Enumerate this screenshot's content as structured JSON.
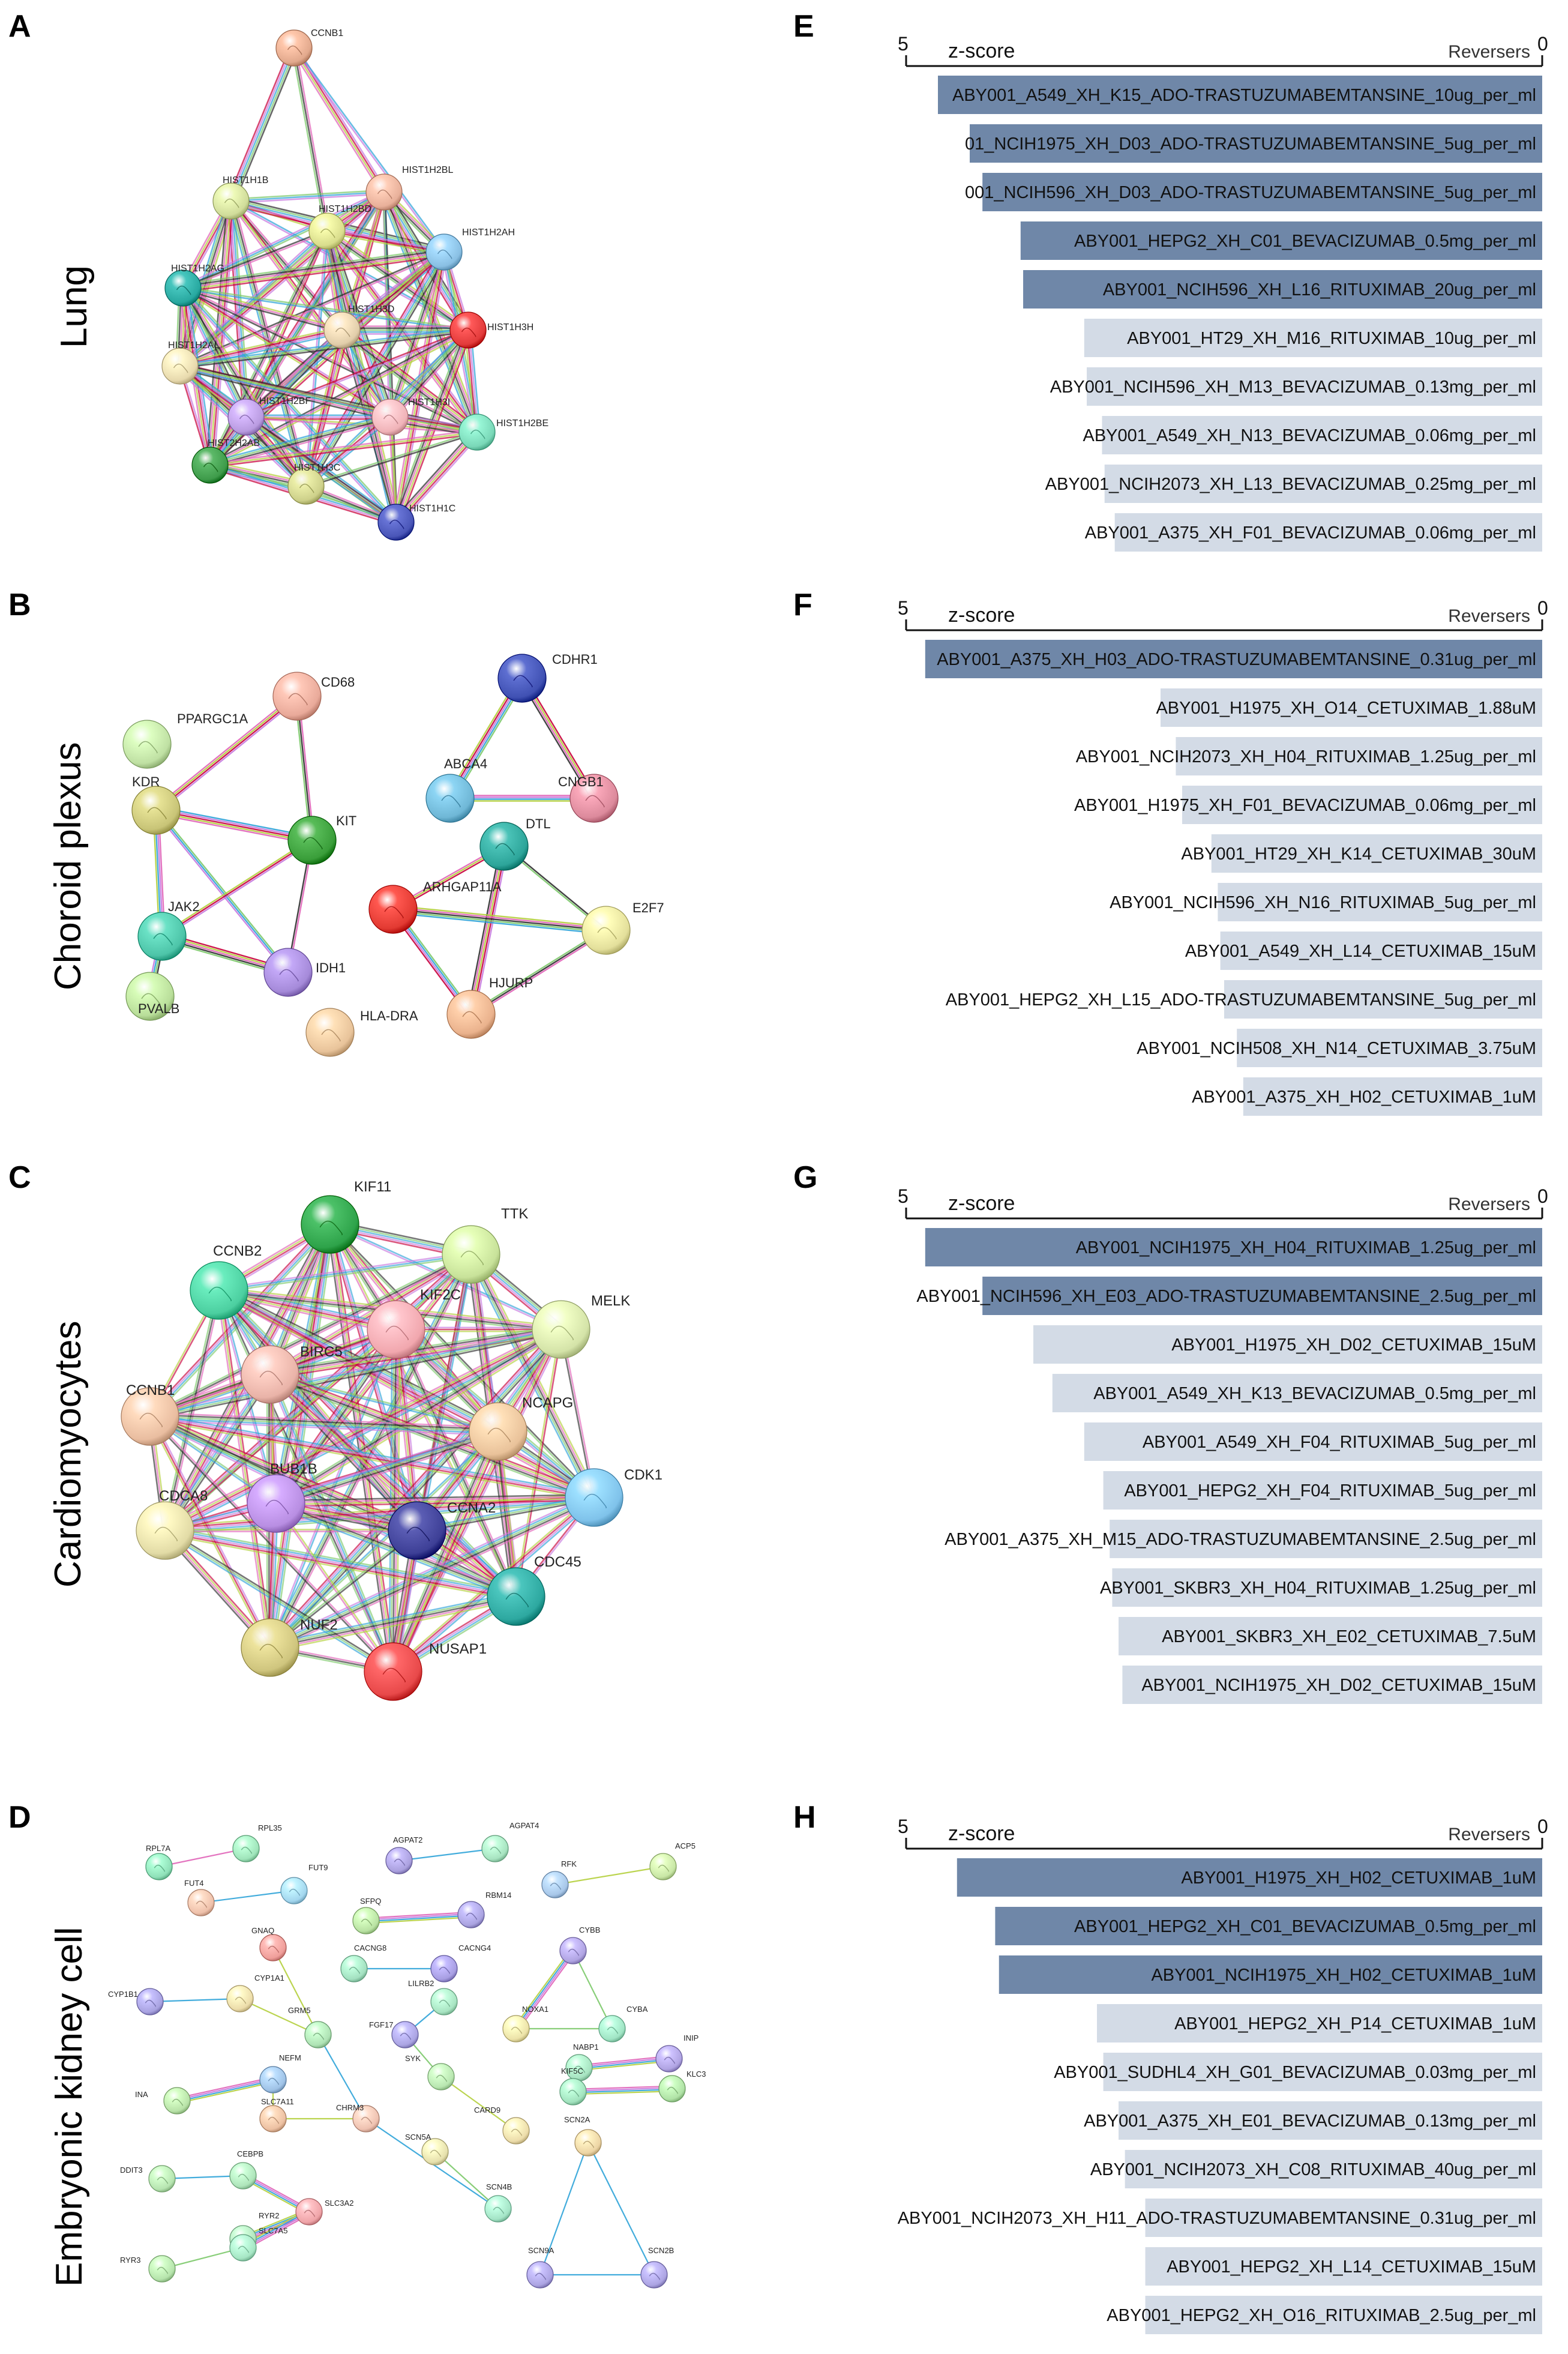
{
  "panel_letters": [
    "A",
    "B",
    "C",
    "D",
    "E",
    "F",
    "G",
    "H"
  ],
  "tissue_labels": [
    "Lung",
    "Choroid plexus",
    "Cardiomyocytes",
    "Embryonic kidney cell"
  ],
  "colors": {
    "edge_palette": [
      "#c8003c",
      "#2ea3d8",
      "#2d2d2d",
      "#b4cf3c",
      "#c77adf",
      "#7cc96a",
      "#e064b8"
    ],
    "bar_dark": "#6f87a8",
    "bar_light": "#d3dbe6"
  },
  "networks": [
    {
      "id": "lung",
      "nodes": [
        {
          "label": "CCNB1",
          "color": "#e2a98d"
        },
        {
          "label": "HIST1H1B",
          "color": "#d0dc9a"
        },
        {
          "label": "HIST1H2BL",
          "color": "#e8b09a"
        },
        {
          "label": "HIST1H2BD",
          "color": "#d9dd8d"
        },
        {
          "label": "HIST1H2AH",
          "color": "#89bfe3"
        },
        {
          "label": "HIST1H2AG",
          "color": "#28a8a0"
        },
        {
          "label": "HIST1H3D",
          "color": "#e1cdaa"
        },
        {
          "label": "HIST1H3H",
          "color": "#e23b3b"
        },
        {
          "label": "HIST1H2AL",
          "color": "#e7d9ad"
        },
        {
          "label": "HIST1H2BF",
          "color": "#b99be0"
        },
        {
          "label": "HIST1H3I",
          "color": "#f0b3b8"
        },
        {
          "label": "HIST1H2BE",
          "color": "#7ad8b8"
        },
        {
          "label": "HIST2H2AB",
          "color": "#3e9b4a"
        },
        {
          "label": "HIST1H3C",
          "color": "#cdd08a"
        },
        {
          "label": "HIST1H1C",
          "color": "#4a56b8"
        }
      ]
    },
    {
      "id": "choroid",
      "nodes": [
        {
          "label": "CD68",
          "color": "#e9aa9a"
        },
        {
          "label": "PPARGC1A",
          "color": "#bfe0a3"
        },
        {
          "label": "KDR",
          "color": "#c8c477"
        },
        {
          "label": "KIT",
          "color": "#3a9e3a"
        },
        {
          "label": "JAK2",
          "color": "#4dc4a8"
        },
        {
          "label": "IDH1",
          "color": "#a58ad9"
        },
        {
          "label": "PVALB",
          "color": "#b9de9a"
        },
        {
          "label": "HLA-DRA",
          "color": "#e8c39a"
        },
        {
          "label": "CDHR1",
          "color": "#4051b3"
        },
        {
          "label": "ABCA4",
          "color": "#6fb7d6"
        },
        {
          "label": "CNGB1",
          "color": "#dc8a9c"
        },
        {
          "label": "DTL",
          "color": "#2da59a"
        },
        {
          "label": "ARHGAP11A",
          "color": "#e23a32"
        },
        {
          "label": "E2F7",
          "color": "#e3df9b"
        },
        {
          "label": "HJURP",
          "color": "#eab28d"
        }
      ]
    },
    {
      "id": "cardio",
      "nodes": [
        {
          "label": "KIF11",
          "color": "#2ea34a"
        },
        {
          "label": "TTK",
          "color": "#c8e29a"
        },
        {
          "label": "CCNB2",
          "color": "#4ccfa0"
        },
        {
          "label": "KIF2C",
          "color": "#f1a7ae"
        },
        {
          "label": "MELK",
          "color": "#d4e3a8"
        },
        {
          "label": "BIRC5",
          "color": "#e9b3a8"
        },
        {
          "label": "CCNB1",
          "color": "#e9bda0"
        },
        {
          "label": "NCAPG",
          "color": "#e9c29a"
        },
        {
          "label": "CDK1",
          "color": "#7fc2ea"
        },
        {
          "label": "CDCA8",
          "color": "#e2dba6"
        },
        {
          "label": "BUB1B",
          "color": "#b88ee2"
        },
        {
          "label": "CCNA2",
          "color": "#3d3f96"
        },
        {
          "label": "CDC45",
          "color": "#2da8a0"
        },
        {
          "label": "NUF2",
          "color": "#cfc57e"
        },
        {
          "label": "NUSAP1",
          "color": "#e8494a"
        }
      ]
    },
    {
      "id": "kidney",
      "nodes": [
        {
          "label": "RPL7A",
          "color": "#8fe0b8"
        },
        {
          "label": "RPL35",
          "color": "#9fe4ba"
        },
        {
          "label": "FUT4",
          "color": "#eec0aa"
        },
        {
          "label": "FUT9",
          "color": "#a3d6ee"
        },
        {
          "label": "AGPAT2",
          "color": "#aaa0de"
        },
        {
          "label": "AGPAT4",
          "color": "#a7e3c0"
        },
        {
          "label": "RFK",
          "color": "#a7c6e8"
        },
        {
          "label": "ACP5",
          "color": "#c8e6a5"
        },
        {
          "label": "SFPQ",
          "color": "#b9e2a3"
        },
        {
          "label": "RBM14",
          "color": "#aaa3e0"
        },
        {
          "label": "GNAQ",
          "color": "#ef9e9a"
        },
        {
          "label": "CACNG8",
          "color": "#a3e0c0"
        },
        {
          "label": "CACNG4",
          "color": "#a79ee2"
        },
        {
          "label": "CYBB",
          "color": "#b0a4e2"
        },
        {
          "label": "CYP1B1",
          "color": "#a8a2e0"
        },
        {
          "label": "CYP1A1",
          "color": "#ecdcaa"
        },
        {
          "label": "LILRB2",
          "color": "#a8e4c2"
        },
        {
          "label": "NOXA1",
          "color": "#ece2a8"
        },
        {
          "label": "CYBA",
          "color": "#a0e4c4"
        },
        {
          "label": "GRM5",
          "color": "#aee2b4"
        },
        {
          "label": "FGF17",
          "color": "#aaa4e2"
        },
        {
          "label": "NABP1",
          "color": "#a6e2c0"
        },
        {
          "label": "INIP",
          "color": "#b0a4e2"
        },
        {
          "label": "INA",
          "color": "#b8e2a8"
        },
        {
          "label": "NEFM",
          "color": "#9fc2e6"
        },
        {
          "label": "SYK",
          "color": "#b8e6b0"
        },
        {
          "label": "KIF5C",
          "color": "#a2e2be"
        },
        {
          "label": "KLC3",
          "color": "#b0e2a6"
        },
        {
          "label": "SLC7A11",
          "color": "#ecc0a2"
        },
        {
          "label": "CHRM3",
          "color": "#eec1b0"
        },
        {
          "label": "CARD9",
          "color": "#ecdcaa"
        },
        {
          "label": "SCN5A",
          "color": "#e6e0ad"
        },
        {
          "label": "DDIT3",
          "color": "#b6e4b0"
        },
        {
          "label": "CEBPB",
          "color": "#aee4ba"
        },
        {
          "label": "SLC3A2",
          "color": "#efa4a8"
        },
        {
          "label": "RYR2",
          "color": "#b0e4bc"
        },
        {
          "label": "SCN2A",
          "color": "#ecd4a4"
        },
        {
          "label": "SCN4B",
          "color": "#a4e4c6"
        },
        {
          "label": "RYR3",
          "color": "#b6e4ac"
        },
        {
          "label": "SLC7A5",
          "color": "#a6e6c4"
        },
        {
          "label": "SCN9A",
          "color": "#aca4e2"
        },
        {
          "label": "SCN2B",
          "color": "#aca4e2"
        }
      ]
    }
  ],
  "bar_panels": [
    {
      "id": "E",
      "axis_label": "z-score",
      "axis_min": "5",
      "reversers_label": "Reversers",
      "axis_max": "0",
      "bars": [
        {
          "label": "ABY001_A549_XH_K15_ADO-TRASTUZUMABEMTANSINE_10ug_per_ml",
          "value": 4.75,
          "shade": "dark"
        },
        {
          "label": "01_NCIH1975_XH_D03_ADO-TRASTUZUMABEMTANSINE_5ug_per_ml",
          "value": 4.5,
          "shade": "dark"
        },
        {
          "label": "001_NCIH596_XH_D03_ADO-TRASTUZUMABEMTANSINE_5ug_per_ml",
          "value": 4.4,
          "shade": "dark"
        },
        {
          "label": "ABY001_HEPG2_XH_C01_BEVACIZUMAB_0.5mg_per_ml",
          "value": 4.1,
          "shade": "dark"
        },
        {
          "label": "ABY001_NCIH596_XH_L16_RITUXIMAB_20ug_per_ml",
          "value": 4.08,
          "shade": "dark"
        },
        {
          "label": "ABY001_HT29_XH_M16_RITUXIMAB_10ug_per_ml",
          "value": 3.6,
          "shade": "light"
        },
        {
          "label": "ABY001_NCIH596_XH_M13_BEVACIZUMAB_0.13mg_per_ml",
          "value": 3.58,
          "shade": "light"
        },
        {
          "label": "ABY001_A549_XH_N13_BEVACIZUMAB_0.06mg_per_ml",
          "value": 3.46,
          "shade": "light"
        },
        {
          "label": "ABY001_NCIH2073_XH_L13_BEVACIZUMAB_0.25mg_per_ml",
          "value": 3.44,
          "shade": "light"
        },
        {
          "label": "ABY001_A375_XH_F01_BEVACIZUMAB_0.06mg_per_ml",
          "value": 3.36,
          "shade": "light"
        }
      ]
    },
    {
      "id": "F",
      "axis_label": "z-score",
      "axis_min": "5",
      "reversers_label": "Reversers",
      "axis_max": "0",
      "bars": [
        {
          "label": "ABY001_A375_XH_H03_ADO-TRASTUZUMABEMTANSINE_0.31ug_per_ml",
          "value": 4.85,
          "shade": "dark"
        },
        {
          "label": "ABY001_H1975_XH_O14_CETUXIMAB_1.88uM",
          "value": 3.0,
          "shade": "light"
        },
        {
          "label": "ABY001_NCIH2073_XH_H04_RITUXIMAB_1.25ug_per_ml",
          "value": 2.88,
          "shade": "light"
        },
        {
          "label": "ABY001_H1975_XH_F01_BEVACIZUMAB_0.06mg_per_ml",
          "value": 2.83,
          "shade": "light"
        },
        {
          "label": "ABY001_HT29_XH_K14_CETUXIMAB_30uM",
          "value": 2.6,
          "shade": "light"
        },
        {
          "label": "ABY001_NCIH596_XH_N16_RITUXIMAB_5ug_per_ml",
          "value": 2.55,
          "shade": "light"
        },
        {
          "label": "ABY001_A549_XH_L14_CETUXIMAB_15uM",
          "value": 2.53,
          "shade": "light"
        },
        {
          "label": "ABY001_HEPG2_XH_L15_ADO-TRASTUZUMABEMTANSINE_5ug_per_ml",
          "value": 2.5,
          "shade": "light"
        },
        {
          "label": "ABY001_NCIH508_XH_N14_CETUXIMAB_3.75uM",
          "value": 2.4,
          "shade": "light"
        },
        {
          "label": "ABY001_A375_XH_H02_CETUXIMAB_1uM",
          "value": 2.35,
          "shade": "light"
        }
      ]
    },
    {
      "id": "G",
      "axis_label": "z-score",
      "axis_min": "5",
      "reversers_label": "Reversers",
      "axis_max": "0",
      "bars": [
        {
          "label": "ABY001_NCIH1975_XH_H04_RITUXIMAB_1.25ug_per_ml",
          "value": 4.85,
          "shade": "dark"
        },
        {
          "label": "ABY001_NCIH596_XH_E03_ADO-TRASTUZUMABEMTANSINE_2.5ug_per_ml",
          "value": 4.4,
          "shade": "dark"
        },
        {
          "label": "ABY001_H1975_XH_D02_CETUXIMAB_15uM",
          "value": 4.0,
          "shade": "light"
        },
        {
          "label": "ABY001_A549_XH_K13_BEVACIZUMAB_0.5mg_per_ml",
          "value": 3.85,
          "shade": "light"
        },
        {
          "label": "ABY001_A549_XH_F04_RITUXIMAB_5ug_per_ml",
          "value": 3.6,
          "shade": "light"
        },
        {
          "label": "ABY001_HEPG2_XH_F04_RITUXIMAB_5ug_per_ml",
          "value": 3.45,
          "shade": "light"
        },
        {
          "label": "ABY001_A375_XH_M15_ADO-TRASTUZUMABEMTANSINE_2.5ug_per_ml",
          "value": 3.4,
          "shade": "light"
        },
        {
          "label": "ABY001_SKBR3_XH_H04_RITUXIMAB_1.25ug_per_ml",
          "value": 3.38,
          "shade": "light"
        },
        {
          "label": "ABY001_SKBR3_XH_E02_CETUXIMAB_7.5uM",
          "value": 3.33,
          "shade": "light"
        },
        {
          "label": "ABY001_NCIH1975_XH_D02_CETUXIMAB_15uM",
          "value": 3.3,
          "shade": "light"
        }
      ]
    },
    {
      "id": "H",
      "axis_label": "z-score",
      "axis_min": "5",
      "reversers_label": "Reversers",
      "axis_max": "0",
      "bars": [
        {
          "label": "ABY001_H1975_XH_H02_CETUXIMAB_1uM",
          "value": 4.6,
          "shade": "dark"
        },
        {
          "label": "ABY001_HEPG2_XH_C01_BEVACIZUMAB_0.5mg_per_ml",
          "value": 4.3,
          "shade": "dark"
        },
        {
          "label": "ABY001_NCIH1975_XH_H02_CETUXIMAB_1uM",
          "value": 4.27,
          "shade": "dark"
        },
        {
          "label": "ABY001_HEPG2_XH_P14_CETUXIMAB_1uM",
          "value": 3.5,
          "shade": "light"
        },
        {
          "label": "ABY001_SUDHL4_XH_G01_BEVACIZUMAB_0.03mg_per_ml",
          "value": 3.45,
          "shade": "light"
        },
        {
          "label": "ABY001_A375_XH_E01_BEVACIZUMAB_0.13mg_per_ml",
          "value": 3.33,
          "shade": "light"
        },
        {
          "label": "ABY001_NCIH2073_XH_C08_RITUXIMAB_40ug_per_ml",
          "value": 3.28,
          "shade": "light"
        },
        {
          "label": "ABY001_NCIH2073_XH_H11_ADO-TRASTUZUMABEMTANSINE_0.31ug_per_ml",
          "value": 3.12,
          "shade": "light"
        },
        {
          "label": "ABY001_HEPG2_XH_L14_CETUXIMAB_15uM",
          "value": 3.12,
          "shade": "light"
        },
        {
          "label": "ABY001_HEPG2_XH_O16_RITUXIMAB_2.5ug_per_ml",
          "value": 3.12,
          "shade": "light"
        }
      ]
    }
  ]
}
